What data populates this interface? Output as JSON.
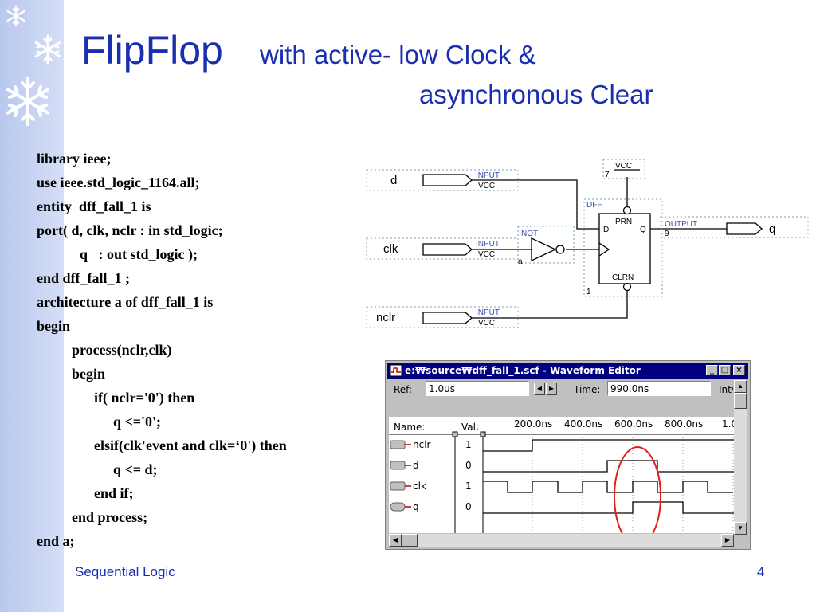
{
  "title": {
    "main": "FlipFlop",
    "sub_line1": "with active- low Clock &",
    "sub_line2": "asynchronous Clear"
  },
  "code_lines": [
    "library ieee;",
    "use ieee.std_logic_1164.all;",
    "entity  dff_fall_1 is",
    "port( d, clk, nclr : in std_logic;",
    "q   : out std_logic );",
    "end dff_fall_1 ;",
    "architecture a of dff_fall_1 is",
    "begin",
    "process(nclr,clk)",
    "begin",
    "if( nclr='0') then",
    "q <='0';",
    "elsif(clk'event and clk=‘0') then",
    "q <= d;",
    "end if;",
    "end process;",
    "end a;"
  ],
  "schematic": {
    "inputs": [
      {
        "name": "d",
        "type": "INPUT",
        "source": "VCC"
      },
      {
        "name": "clk",
        "type": "INPUT",
        "source": "VCC"
      },
      {
        "name": "nclr",
        "type": "INPUT",
        "source": "VCC"
      }
    ],
    "not_gate": {
      "label": "NOT",
      "number": "a"
    },
    "vcc": {
      "label": "VCC",
      "number": "7"
    },
    "dff": {
      "label": "DFF",
      "number": "1",
      "prn": "PRN",
      "clrn": "CLRN",
      "d_pin": "D",
      "q_pin": "Q"
    },
    "output": {
      "name": "q",
      "type": "OUTPUT",
      "number": "9"
    }
  },
  "waveform": {
    "title": "e:₩source₩dff_fall_1.scf - Waveform Editor",
    "ref_label": "Ref:",
    "ref_value": "1.0us",
    "time_label": "Time:",
    "time_value": "990.0ns",
    "interval_label": "Intv",
    "name_header": "Name:",
    "value_header": "Valu",
    "time_ticks": [
      "200.0ns",
      "400.0ns",
      "600.0ns",
      "800.0ns",
      "1.0"
    ],
    "signals": [
      {
        "name": "nclr",
        "value": "1",
        "kind": "input"
      },
      {
        "name": "d",
        "value": "0",
        "kind": "input"
      },
      {
        "name": "clk",
        "value": "1",
        "kind": "input"
      },
      {
        "name": "q",
        "value": "0",
        "kind": "output"
      }
    ],
    "highlight_color": "#e02020"
  },
  "footer": {
    "left": "Sequential Logic",
    "page": "4"
  },
  "colors": {
    "title": "#1a2fb0",
    "sidebar": "#c6d2f2"
  }
}
